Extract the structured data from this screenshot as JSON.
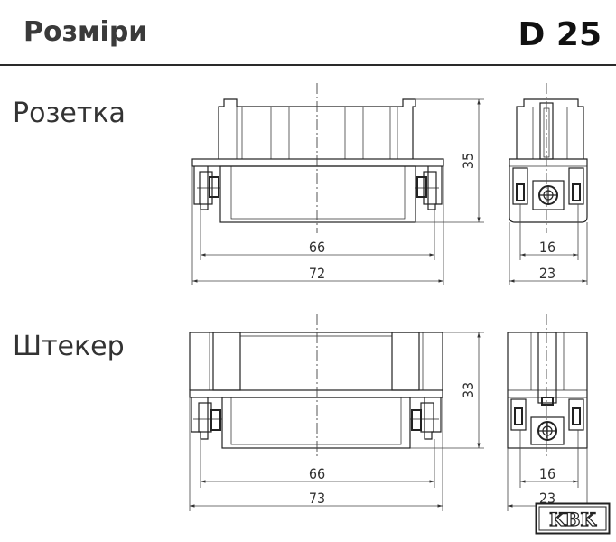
{
  "header": {
    "title": "Розміри",
    "code": "D 25"
  },
  "sections": {
    "socket": {
      "label": "Розетка",
      "dims": {
        "inner_width": "66",
        "outer_width": "72",
        "height": "35",
        "side_inner": "16",
        "side_outer": "23"
      }
    },
    "plug": {
      "label": "Штекер",
      "dims": {
        "inner_width": "66",
        "outer_width": "73",
        "height": "33",
        "side_inner": "16",
        "side_outer": "23"
      }
    }
  },
  "logo": {
    "text": "KBK"
  }
}
